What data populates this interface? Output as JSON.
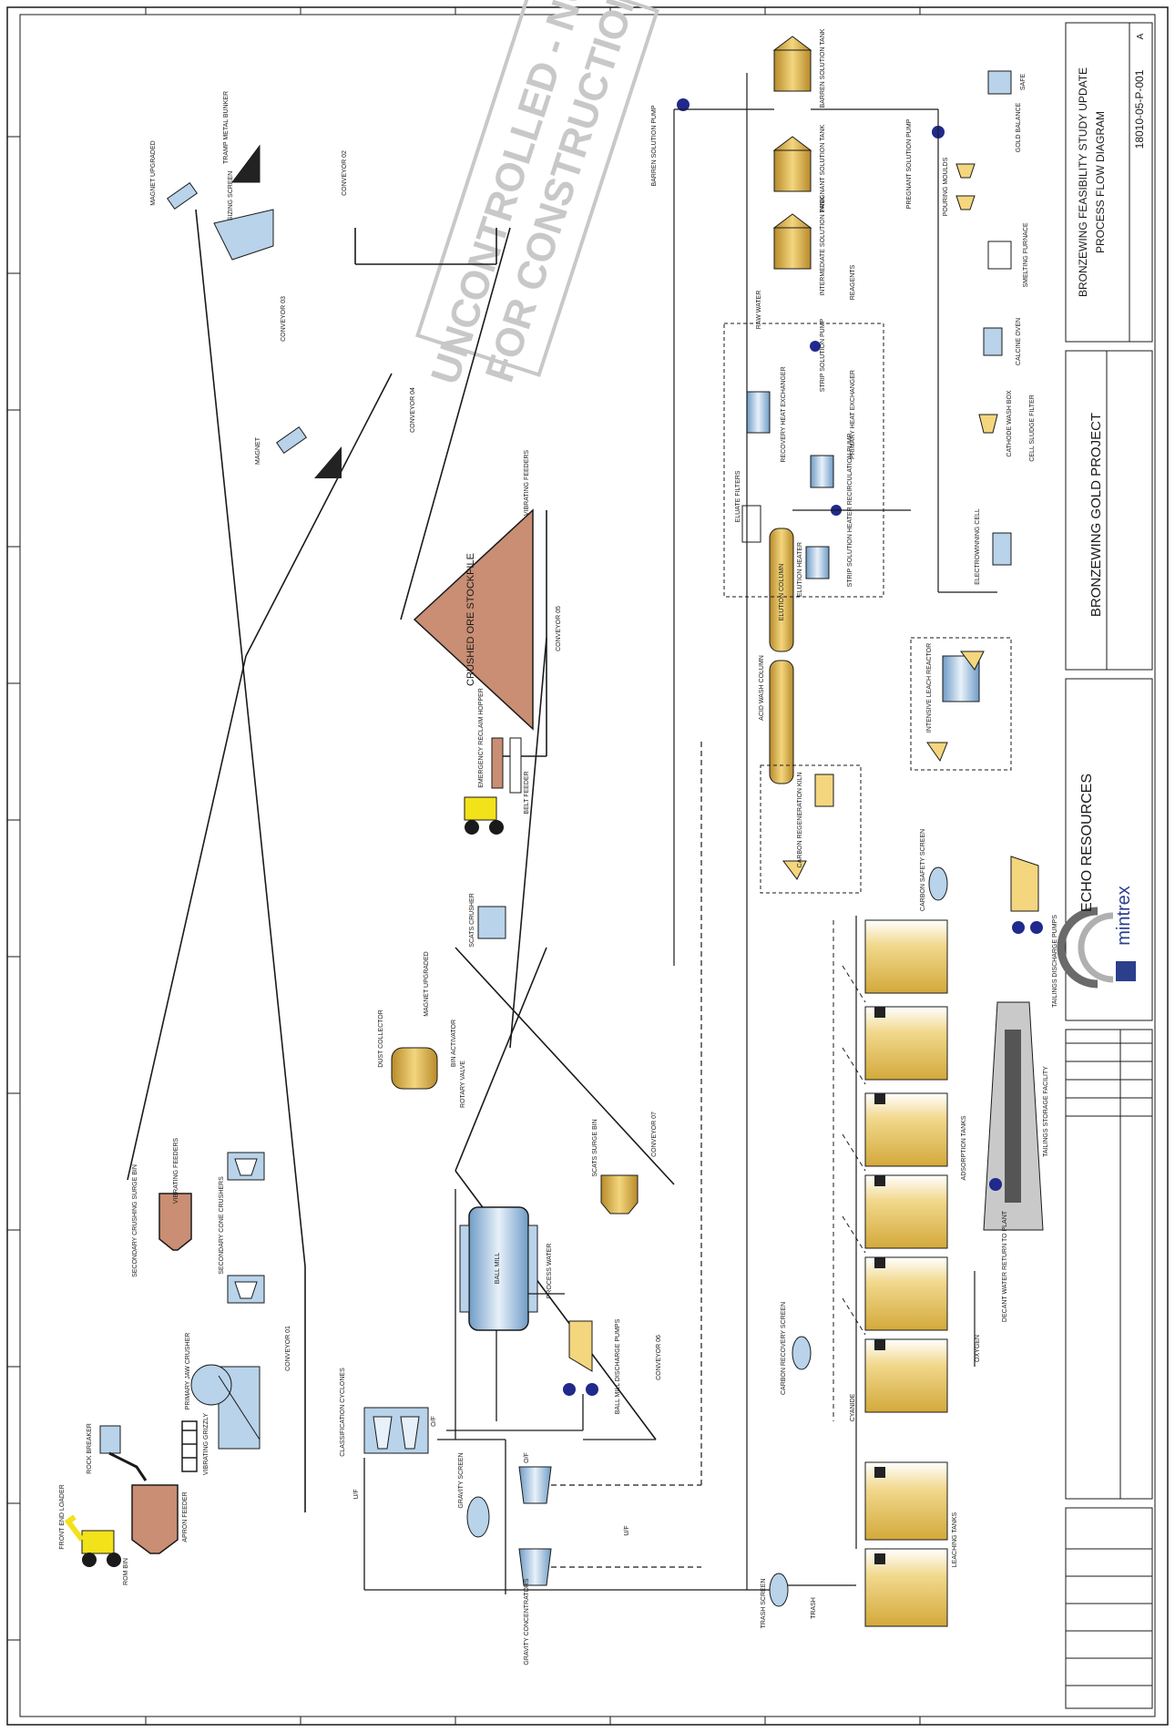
{
  "colors": {
    "line": "#1a1a1a",
    "tank_fill": "#e8c25a",
    "stockpile_fill": "#c98e74",
    "equip_blue": "#b8d3ea",
    "loader_yellow": "#f2e21a",
    "pump_navy": "#1f2a8c",
    "watermark": "#c8c8c8",
    "mintrex_blue": "#2b3f8c"
  },
  "watermark": {
    "line1": "UNCONTROLLED - NOT",
    "line2": "FOR CONSTRUCTION"
  },
  "title_block": {
    "company": "ECHO RESOURCES",
    "consultant": "mintrex",
    "project": "BRONZEWING GOLD PROJECT",
    "title_line1": "BRONZEWING FEASIBILITY STUDY UPDATE",
    "title_line2": "PROCESS FLOW DIAGRAM",
    "drawing_no": "18010-05-P-001",
    "revision": "A"
  },
  "labels": {
    "front_end_loader": "FRONT END LOADER",
    "rom_bin": "ROM BIN",
    "rock_breaker": "ROCK BREAKER",
    "apron_feeder": "APRON FEEDER",
    "vibrating_grizzly": "VIBRATING GRIZZLY",
    "primary_jaw_crusher": "PRIMARY JAW CRUSHER",
    "conveyor_01": "CONVEYOR 01",
    "secondary_surge_bin": "SECONDARY CRUSHING SURGE BIN",
    "vibrating_feeders": "VIBRATING FEEDERS",
    "secondary_cone_crushers": "SECONDARY CONE CRUSHERS",
    "magnet_upgraded": "MAGNET UPGRADED",
    "tramp_metal_bunker": "TRAMP METAL BUNKER",
    "sizing_screen": "SIZING SCREEN",
    "conveyor_02": "CONVEYOR 02",
    "conveyor_03": "CONVEYOR 03",
    "magnet": "MAGNET",
    "conveyor_04": "CONVEYOR 04",
    "crushed_ore_stockpile": "CRUSHED ORE STOCKPILE",
    "conveyor_05": "CONVEYOR 05",
    "emergency_reclaim_hopper": "EMERGENCY RECLAIM HOPPER",
    "belt_feeder": "BELT FEEDER",
    "scats_crusher": "SCATS CRUSHER",
    "dust_collector": "DUST COLLECTOR",
    "bin_activator": "BIN ACTIVATOR",
    "rotary_valve": "ROTARY VALVE",
    "conveyor_07": "CONVEYOR 07",
    "scats_surge_bin": "SCATS SURGE BIN",
    "ball_mill": "BALL MILL",
    "process_water": "PROCESS WATER",
    "ball_mill_discharge_pumps": "BALL MILL DISCHARGE PUMPS",
    "conveyor_06": "CONVEYOR 06",
    "classification_cyclones": "CLASSIFICATION CYCLONES",
    "gravity_screen": "GRAVITY SCREEN",
    "gravity_concentrators": "GRAVITY CONCENTRATORS",
    "trash_screen": "TRASH SCREEN",
    "trash": "TRASH",
    "leaching_tanks": "LEACHING TANKS",
    "adsorption_tanks": "ADSORPTION TANKS",
    "cyanide": "CYANIDE",
    "oxygen": "OXYGEN",
    "carbon_recovery_screen": "CARBON RECOVERY SCREEN",
    "carbon_safety_screen": "CARBON SAFETY SCREEN",
    "tailings_discharge_pumps": "TAILINGS DISCHARGE PUMPS",
    "tailings_storage_facility": "TAILINGS STORAGE FACILITY",
    "decant_water": "DECANT WATER RETURN TO PLANT",
    "acid_wash_column": "ACID WASH COLUMN",
    "elution_column": "ELUTION COLUMN",
    "carbon_regeneration_kiln": "CARBON REGENERATION KILN",
    "intensive_leach_reactor": "INTENSIVE LEACH REACTOR",
    "eluate_filters": "ELUATE FILTERS",
    "elution_heater": "ELUTION HEATER",
    "recovery_heat_exchanger": "RECOVERY HEAT EXCHANGER",
    "primary_heat_exchanger": "PRIMARY HEAT EXCHANGER",
    "strip_solution_pump": "STRIP SOLUTION PUMP",
    "strip_recirculation_pump": "STRIP SOLUTION HEATER RECIRCULATION PUMP",
    "raw_water": "RAW WATER",
    "reagents": "REAGENTS",
    "intermediate_tank": "INTERMEDIATE SOLUTION TANK",
    "pregnant_tank": "PREGNANT SOLUTION TANK",
    "barren_tank": "BARREN SOLUTION TANK",
    "barren_pump": "BARREN SOLUTION PUMP",
    "pregnant_pump": "PREGNANT SOLUTION PUMP",
    "electrowinning": "ELECTROWINNING CELL",
    "cathode_wash_box": "CATHODE WASH BOX",
    "cell_sludge_filter": "CELL SLUDGE FILTER",
    "calcine_oven": "CALCINE OVEN",
    "smelting_furnace": "SMELTING FURNACE",
    "pouring_moulds": "POURING MOULDS",
    "gold_balance": "GOLD BALANCE",
    "safe": "SAFE",
    "uf": "U/F",
    "of": "O/F"
  },
  "icons": [
    "pump-icon",
    "loader-icon",
    "tank-icon",
    "magnet-icon",
    "screen-icon"
  ]
}
